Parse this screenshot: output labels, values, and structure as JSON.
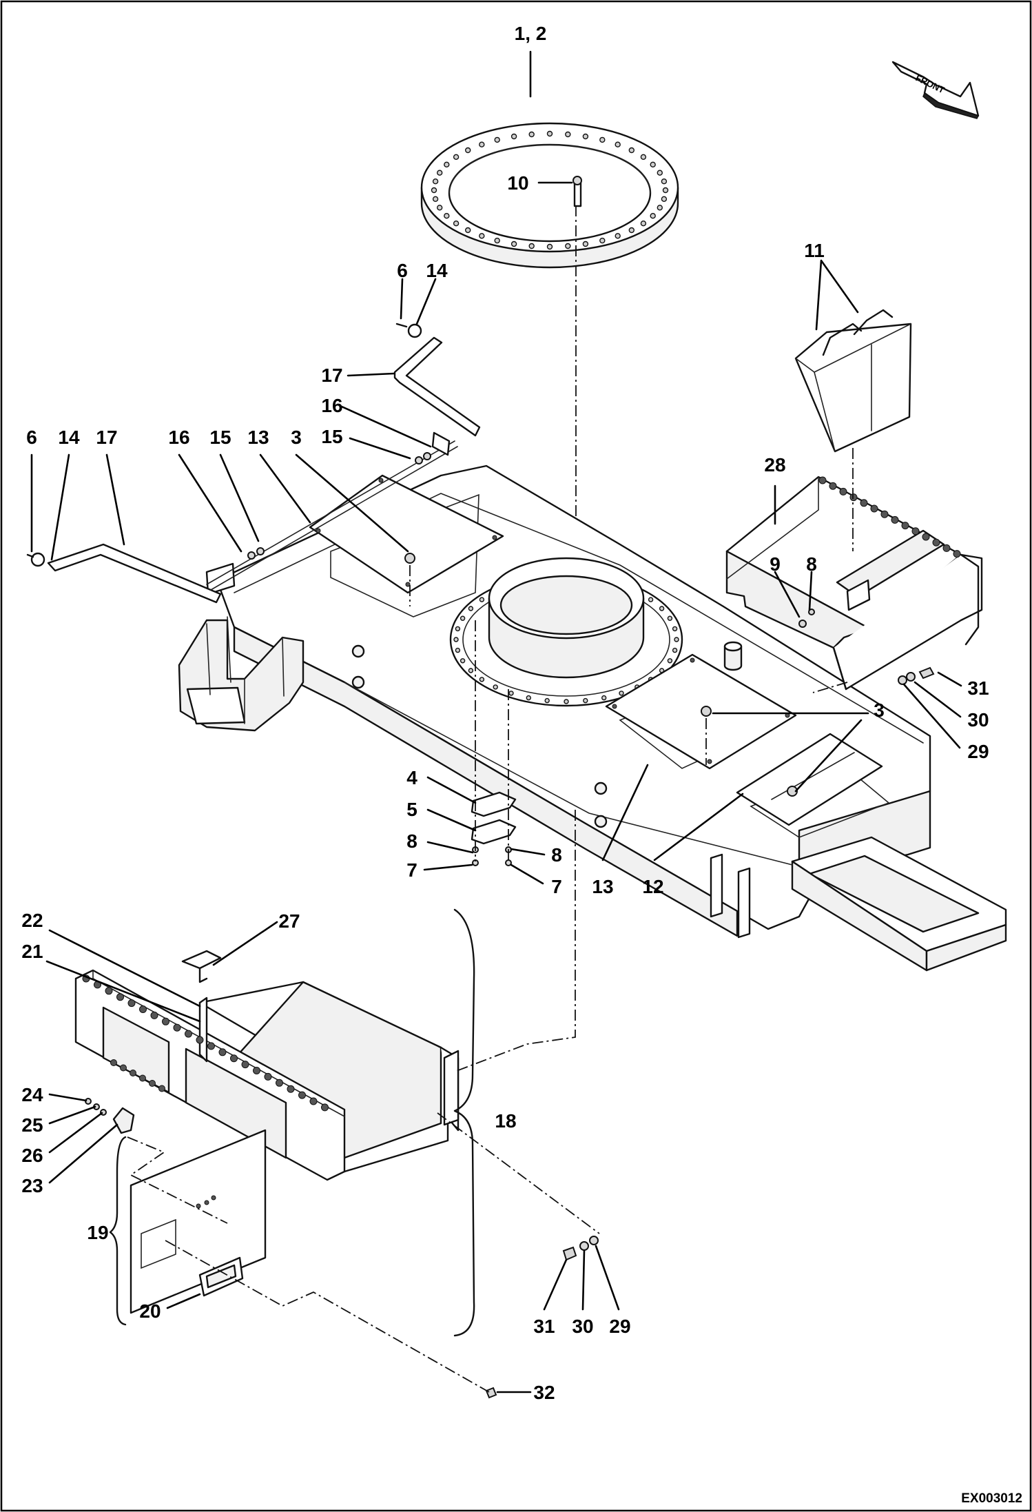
{
  "drawing_id": "EX003012",
  "front_arrow_label": "FRONT",
  "callouts": {
    "c1": "1, 2",
    "c10": "10",
    "c11": "11",
    "c6a": "6",
    "c14a": "14",
    "c17a": "17",
    "c16a": "16",
    "c15a": "15",
    "c6b": "6",
    "c14b": "14",
    "c17b": "17",
    "c16b": "16",
    "c15b": "15",
    "c13a": "13",
    "c3a": "3",
    "c28": "28",
    "c9": "9",
    "c8a": "8",
    "c31a": "31",
    "c30a": "30",
    "c29a": "29",
    "c3b": "3",
    "c4": "4",
    "c5": "5",
    "c8b": "8",
    "c7a": "7",
    "c8c": "8",
    "c7b": "7",
    "c13b": "13",
    "c12": "12",
    "c22": "22",
    "c21": "21",
    "c27": "27",
    "c24": "24",
    "c25": "25",
    "c26": "26",
    "c23": "23",
    "c18": "18",
    "c19": "19",
    "c20": "20",
    "c31b": "31",
    "c30b": "30",
    "c29b": "29",
    "c32": "32"
  }
}
